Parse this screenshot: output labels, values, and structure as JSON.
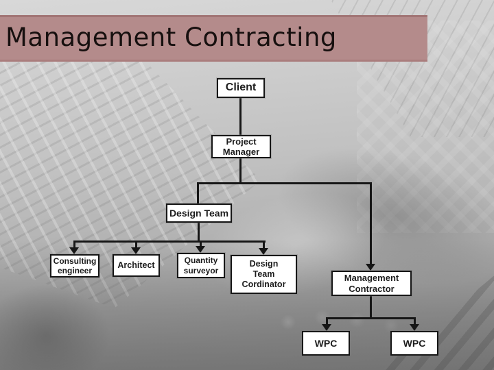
{
  "slide": {
    "title": "Management Contracting"
  },
  "org_chart": {
    "nodes": {
      "client": {
        "label": "Client",
        "lines": [
          "Client"
        ]
      },
      "project_manager": {
        "label": "Project Manager",
        "lines": [
          "Project",
          "Manager"
        ]
      },
      "design_team": {
        "label": "Design Team",
        "lines": [
          "Design Team"
        ]
      },
      "consulting_engineer": {
        "label": "Consulting engineer",
        "lines": [
          "Consulting",
          "engineer"
        ]
      },
      "architect": {
        "label": "Architect",
        "lines": [
          "Architect"
        ]
      },
      "quantity_surveyor": {
        "label": "Quantity surveyor",
        "lines": [
          "Quantity",
          "surveyor"
        ]
      },
      "design_team_cordinator": {
        "label": "Design Team Cordinator",
        "lines": [
          "Design",
          "Team",
          "Cordinator"
        ]
      },
      "management_contractor": {
        "label": "Management Contractor",
        "lines": [
          "Management",
          "Contractor"
        ]
      },
      "wpc_left": {
        "label": "WPC",
        "lines": [
          "WPC"
        ]
      },
      "wpc_right": {
        "label": "WPC",
        "lines": [
          "WPC"
        ]
      }
    },
    "edges": [
      {
        "from": "client",
        "to": "project_manager",
        "arrow": false
      },
      {
        "from": "project_manager",
        "to": "design_team",
        "arrow": false
      },
      {
        "from": "project_manager",
        "to": "management_contractor",
        "arrow": true
      },
      {
        "from": "design_team",
        "to": "consulting_engineer",
        "arrow": true
      },
      {
        "from": "design_team",
        "to": "architect",
        "arrow": true
      },
      {
        "from": "design_team",
        "to": "quantity_surveyor",
        "arrow": true
      },
      {
        "from": "design_team",
        "to": "design_team_cordinator",
        "arrow": true
      },
      {
        "from": "management_contractor",
        "to": "wpc_left",
        "arrow": true
      },
      {
        "from": "management_contractor",
        "to": "wpc_right",
        "arrow": true
      }
    ]
  },
  "colors": {
    "title_bar": "#b48b8b",
    "title_bar_edge": "#a17575",
    "title_text": "#17100f",
    "box_fill": "#ffffff",
    "box_border": "#161616",
    "box_text": "#1c1c1c",
    "connector": "#161616",
    "background_base": "#c2c2c2"
  }
}
